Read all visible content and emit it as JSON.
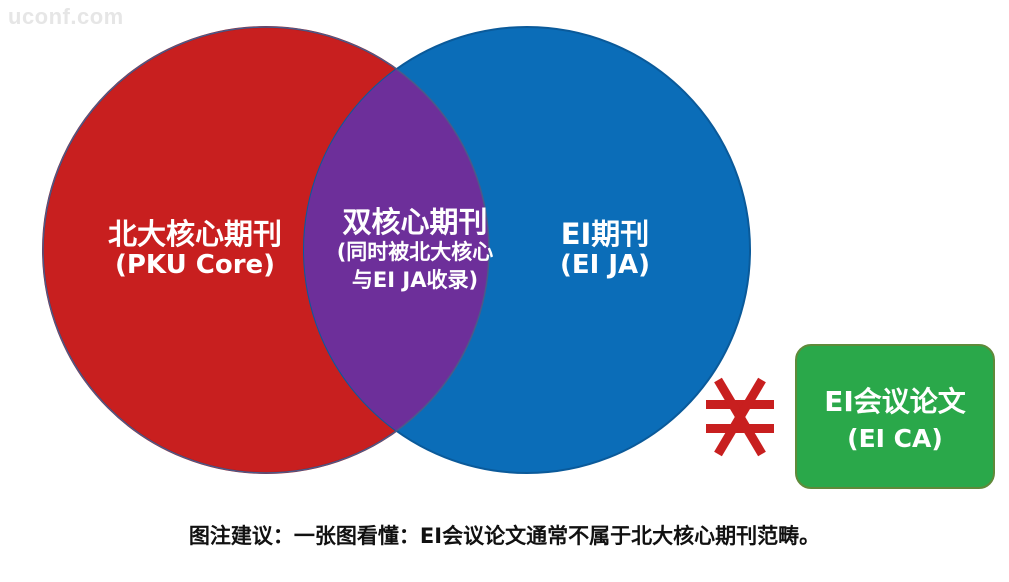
{
  "watermark": "uconf.com",
  "venn": {
    "left_circle": {
      "title": "北大核心期刊",
      "subtitle": "(PKU Core)",
      "color": "#c81f1f"
    },
    "intersection": {
      "title": "双核心期刊",
      "subtitle_line1": "(同时被北大核心",
      "subtitle_line2": "与EI JA收录)",
      "color": "#6d2f9a"
    },
    "right_circle": {
      "title": "EI期刊",
      "subtitle": "(EI JA)",
      "color": "#0b6db8"
    }
  },
  "not_equal_symbol": {
    "icon": "not-equal-icon",
    "color": "#c81f1f"
  },
  "separate_box": {
    "title": "EI会议论文",
    "subtitle": "(EI CA)",
    "color": "#2aa84a"
  },
  "caption": "图注建议：一张图看懂：EI会议论文通常不属于北大核心期刊范畴。"
}
